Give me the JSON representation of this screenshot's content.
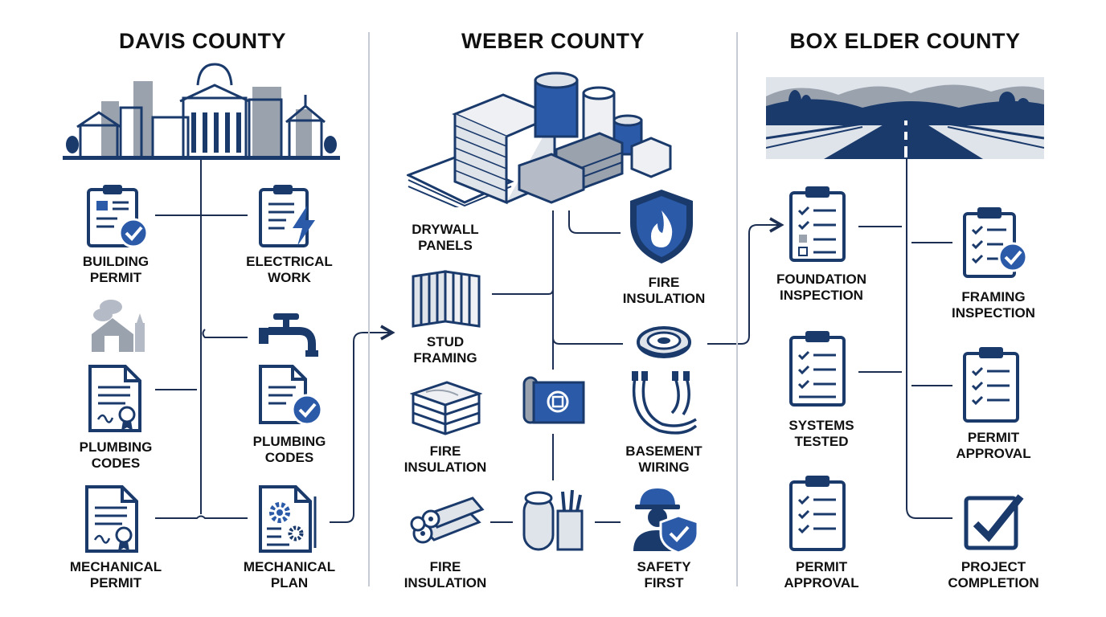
{
  "colors": {
    "navy": "#1a3a6c",
    "blue": "#2a5aa8",
    "gray": "#9aa2ae",
    "light": "#dfe3ea",
    "line": "#1c2f52"
  },
  "columns": [
    {
      "title": "DAVIS COUNTY"
    },
    {
      "title": "WEBER COUNTY"
    },
    {
      "title": "BOX ELDER COUNTY"
    }
  ],
  "davis": {
    "items": [
      {
        "line1": "BUILDING",
        "line2": "PERMIT",
        "icon": "clipboard-check-icon"
      },
      {
        "line1": "ELECTRICAL",
        "line2": "WORK",
        "icon": "clipboard-lightning-icon"
      },
      {
        "line1": "",
        "line2": "",
        "icon": "house-smoke-icon"
      },
      {
        "line1": "",
        "line2": "",
        "icon": "faucet-icon"
      },
      {
        "line1": "PLUMBING",
        "line2": "CODES",
        "icon": "certificate-icon"
      },
      {
        "line1": "PLUMBING",
        "line2": "CODES",
        "icon": "document-check-icon"
      },
      {
        "line1": "MECHANICAL",
        "line2": "PERMIT",
        "icon": "certificate-icon"
      },
      {
        "line1": "MECHANICAL",
        "line2": "PLAN",
        "icon": "document-gears-icon"
      }
    ]
  },
  "weber": {
    "items": [
      {
        "line1": "DRYWALL",
        "line2": "PANELS"
      },
      {
        "line1": "FIRE",
        "line2": "INSULATION"
      },
      {
        "line1": "STUD",
        "line2": "FRAMING"
      },
      {
        "line1": "FIRE",
        "line2": "INSULATION"
      },
      {
        "line1": "BASEMENT",
        "line2": "WIRING"
      },
      {
        "line1": "FIRE",
        "line2": "INSULATION"
      },
      {
        "line1": "SAFETY",
        "line2": "FIRST"
      }
    ]
  },
  "boxelder": {
    "items": [
      {
        "line1": "FOUNDATION",
        "line2": "INSPECTION"
      },
      {
        "line1": "FRAMING",
        "line2": "INSPECTION"
      },
      {
        "line1": "SYSTEMS",
        "line2": "TESTED"
      },
      {
        "line1": "PERMIT",
        "line2": "APPROVAL"
      },
      {
        "line1": "PERMIT",
        "line2": "APPROVAL"
      },
      {
        "line1": "PROJECT",
        "line2": "COMPLETION"
      }
    ]
  }
}
